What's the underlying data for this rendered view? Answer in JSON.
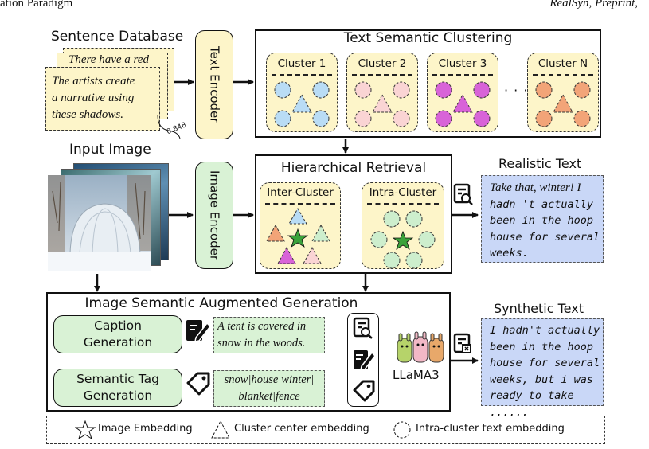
{
  "header": {
    "left": "ation Paradigm",
    "right": "RealSyn, Preprint,"
  },
  "sentence_db": {
    "title": "Sentence Database",
    "back_card": "There have a red",
    "front_card": [
      "The artists create",
      "a narrative using",
      "these shadows."
    ],
    "score": "0.848"
  },
  "text_encoder": {
    "label": "Text Encoder"
  },
  "image_encoder": {
    "label": "Image Encoder"
  },
  "text_clustering": {
    "title": "Text Semantic Clustering",
    "clusters": [
      {
        "label": "Cluster 1",
        "triangle_color": "#b9dcf5",
        "circle_color": "#b9dcf5"
      },
      {
        "label": "Cluster 2",
        "triangle_color": "#fad4d4",
        "circle_color": "#fad4d4"
      },
      {
        "label": "Cluster 3",
        "triangle_color": "#d863d8",
        "circle_color": "#d863d8"
      },
      {
        "label": "Cluster N",
        "triangle_color": "#f2a478",
        "circle_color": "#f2a478"
      }
    ],
    "ellipsis": "· · ·"
  },
  "input_image": {
    "title": "Input Image"
  },
  "retrieval": {
    "title": "Hierarchical  Retrieval",
    "inter_label": "Inter-Cluster",
    "intra_label": "Intra-Cluster"
  },
  "realistic": {
    "title": "Realistic Text",
    "lines": [
      "Take that, winter! I",
      "hadn 't actually",
      "been in the hoop",
      "house for several",
      "weeks."
    ]
  },
  "augmented": {
    "title": "Image Semantic Augmented Generation",
    "caption_label": [
      "Caption",
      "Generation"
    ],
    "caption_text": [
      "A tent is covered in",
      "snow in the woods."
    ],
    "tag_label": [
      "Semantic Tag",
      "Generation"
    ],
    "tag_text": [
      "snow|house|winter|",
      "blanket|fence"
    ],
    "llm": "LLaMA3"
  },
  "synthetic": {
    "title": "Synthetic Text",
    "lines": [
      "I hadn't actually",
      "been in the hoop",
      "house for several",
      "weeks, but i was",
      "ready to take  ......"
    ]
  },
  "legend": {
    "image_embedding": "Image Embedding",
    "cluster_center": "Cluster center embedding",
    "intra_cluster": "Intra-cluster text embedding"
  },
  "colors": {
    "yellow": "#fdf5c9",
    "green": "#d9f2d5",
    "blue": "#c9d7f7",
    "star_green": "#3aa23a",
    "inter_blue_tri": "#b9dcf5",
    "inter_orange_tri": "#f2a478",
    "inter_pink_tri": "#d863d8",
    "inter_green_tri": "#cdeecd",
    "intra_circle": "#cdeecd"
  }
}
